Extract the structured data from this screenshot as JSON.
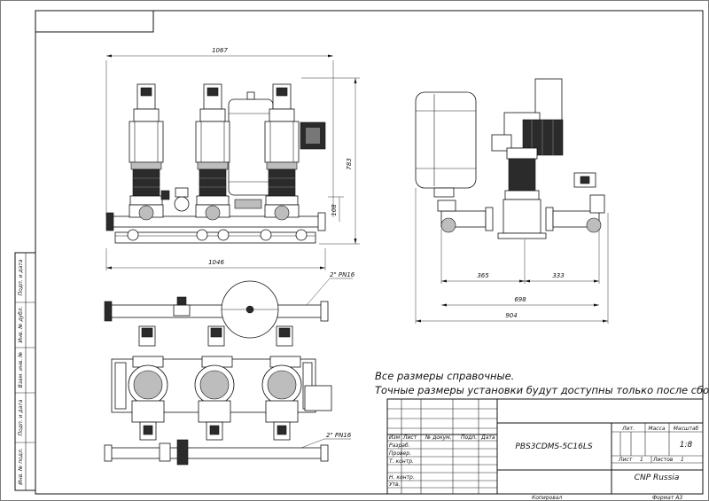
{
  "dimensions": {
    "front_width_top": "1067",
    "front_height": "783",
    "front_inlet_height": "108",
    "front_width_bottom": "1046",
    "pipe_size_top": "2\" PN16",
    "pipe_size_bottom": "2\" PN16",
    "side_left": "365",
    "side_right": "333",
    "side_mid": "698",
    "side_total": "904"
  },
  "notes": {
    "line1": "Все размеры справочные.",
    "line2": "Точные размеры установки будут доступны только после сборки."
  },
  "side_stamp": {
    "cells": [
      "Подп. и дата",
      "Инв. № дубл.",
      "Взам. инв. №",
      "Подп. и дата",
      "Инв. № подл."
    ]
  },
  "title_block": {
    "col_headers": [
      "Изм",
      "Лист",
      "№ докум.",
      "Подп.",
      "Дата"
    ],
    "rows": [
      "Разраб.",
      "Провер.",
      "Т. контр.",
      "",
      "Н. контр.",
      "Утв."
    ],
    "designation": "PBS3CDMS-5C16LS",
    "lit_header": "Лит.",
    "mass_header": "Масса",
    "scale_header": "Масштаб",
    "scale_value": "1:8",
    "sheet_label": "Лист",
    "sheet_value": "1",
    "sheets_label": "Листов",
    "sheets_value": "1",
    "company": "CNP Russia",
    "copied": "Копировал",
    "format": "Формат А3"
  }
}
